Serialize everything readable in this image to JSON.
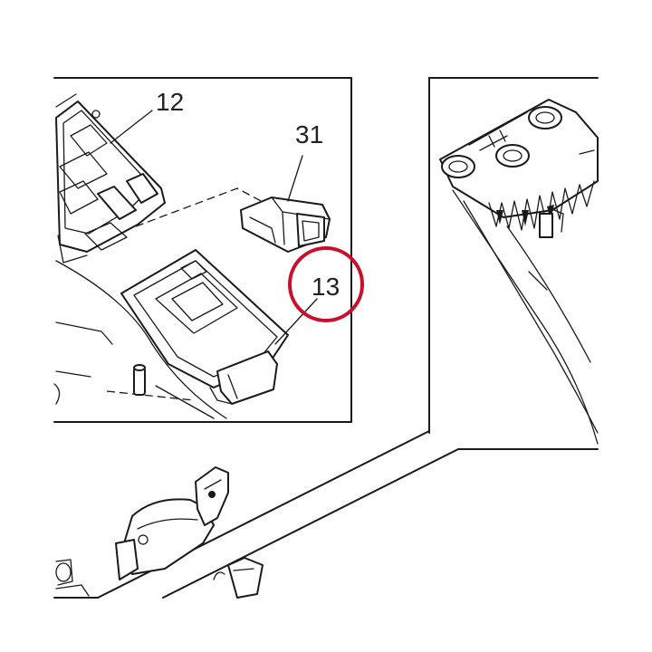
{
  "callouts": {
    "part_12": "12",
    "part_31": "31",
    "part_13": "13"
  },
  "colors": {
    "line": "#1a1a1a",
    "highlight": "#c8102e",
    "background": "#ffffff"
  }
}
